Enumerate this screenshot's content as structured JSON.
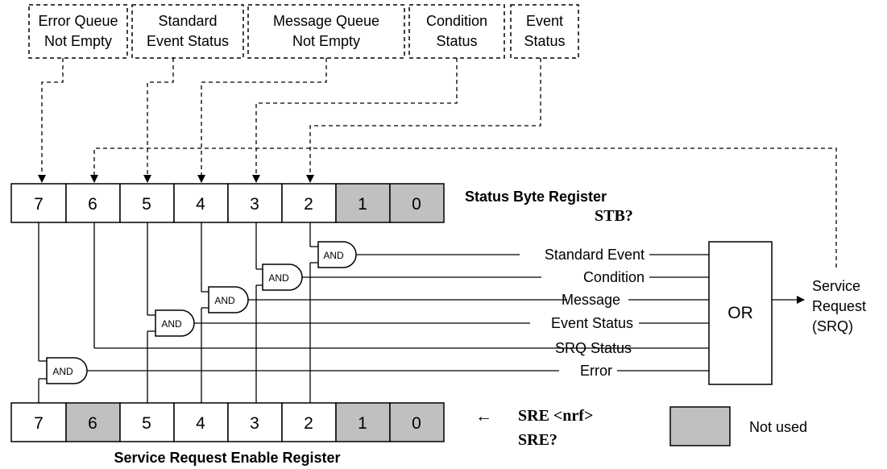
{
  "sources": [
    {
      "line1": "Error Queue",
      "line2": "Not Empty"
    },
    {
      "line1": "Standard",
      "line2": "Event Status"
    },
    {
      "line1": "Message Queue",
      "line2": "Not Empty"
    },
    {
      "line1": "Condition",
      "line2": "Status"
    },
    {
      "line1": "Event",
      "line2": "Status"
    }
  ],
  "status_byte": {
    "title": "Status Byte Register",
    "query": "STB?",
    "bits": [
      {
        "label": "7",
        "used": true
      },
      {
        "label": "6",
        "used": true
      },
      {
        "label": "5",
        "used": true
      },
      {
        "label": "4",
        "used": true
      },
      {
        "label": "3",
        "used": true
      },
      {
        "label": "2",
        "used": true
      },
      {
        "label": "1",
        "used": false
      },
      {
        "label": "0",
        "used": false
      }
    ]
  },
  "enable_register": {
    "title": "Service Request Enable Register",
    "command": "SRE <nrf>",
    "query": "SRE?",
    "arrow": "←",
    "bits": [
      {
        "label": "7",
        "used": true
      },
      {
        "label": "6",
        "used": false
      },
      {
        "label": "5",
        "used": true
      },
      {
        "label": "4",
        "used": true
      },
      {
        "label": "3",
        "used": true
      },
      {
        "label": "2",
        "used": true
      },
      {
        "label": "1",
        "used": false
      },
      {
        "label": "0",
        "used": false
      }
    ]
  },
  "gate_label": "AND",
  "or_gate": "OR",
  "summary_lines": [
    "Standard Event",
    "Condition",
    "Message",
    "Event Status",
    "SRQ Status",
    "Error"
  ],
  "output": {
    "line1": "Service",
    "line2": "Request",
    "line3": "(SRQ)"
  },
  "legend": {
    "label": "Not used",
    "color": "#c0c0c0"
  }
}
